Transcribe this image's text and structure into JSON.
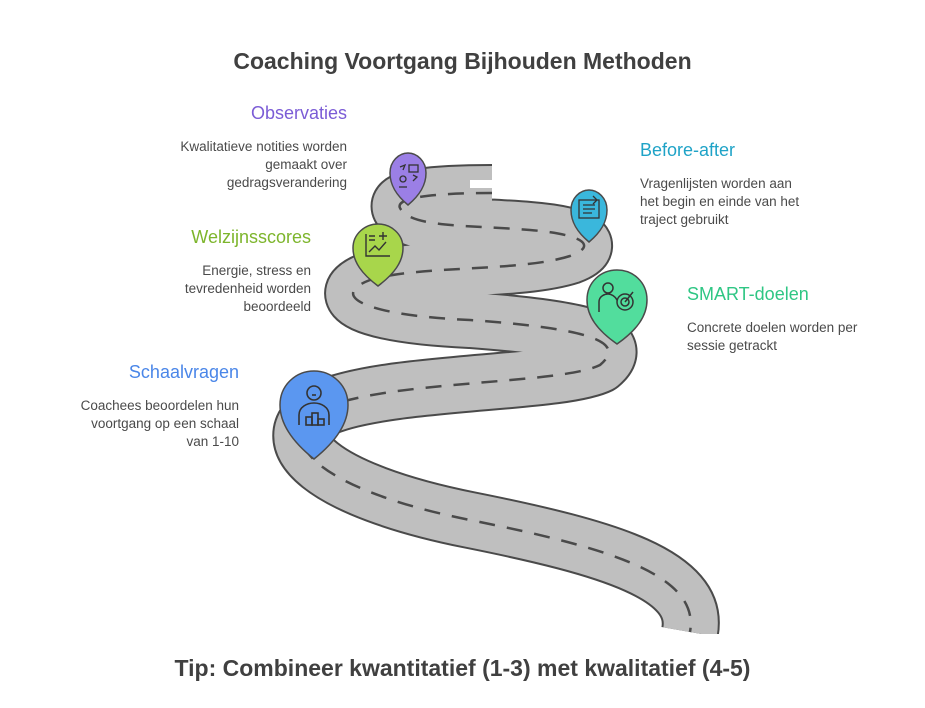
{
  "title": "Coaching Voortgang Bijhouden Methoden",
  "tip": "Tip: Combineer kwantitatief (1-3) met kwalitatief (4-5)",
  "colors": {
    "road": "#bfbfbf",
    "road_edge": "#4a4a4a",
    "observaties": "#7b5cd6",
    "before_after": "#1fa3c7",
    "welzijn": "#7db52c",
    "smart": "#2fc684",
    "schaal": "#4a86e8"
  },
  "steps": [
    {
      "key": "observaties",
      "heading": "Observaties",
      "lines": [
        "Kwalitatieve notities worden",
        "gemaakt over",
        "gedragsverandering"
      ],
      "icon": "observation-chart-icon"
    },
    {
      "key": "before_after",
      "heading": "Before-after",
      "lines": [
        "Vragenlijsten worden aan",
        "het begin en einde van het",
        "traject gebruikt"
      ],
      "icon": "questionnaire-icon"
    },
    {
      "key": "welzijn",
      "heading": "Welzijnsscores",
      "lines": [
        "Energie, stress en",
        "tevredenheid worden",
        "beoordeeld"
      ],
      "icon": "health-chart-icon"
    },
    {
      "key": "smart",
      "heading": "SMART-doelen",
      "lines": [
        "Concrete doelen worden per",
        "sessie getrackt"
      ],
      "icon": "person-target-icon"
    },
    {
      "key": "schaal",
      "heading": "Schaalvragen",
      "lines": [
        "Coachees beoordelen hun",
        "voortgang op een schaal",
        "van 1-10"
      ],
      "icon": "person-scale-icon"
    }
  ]
}
